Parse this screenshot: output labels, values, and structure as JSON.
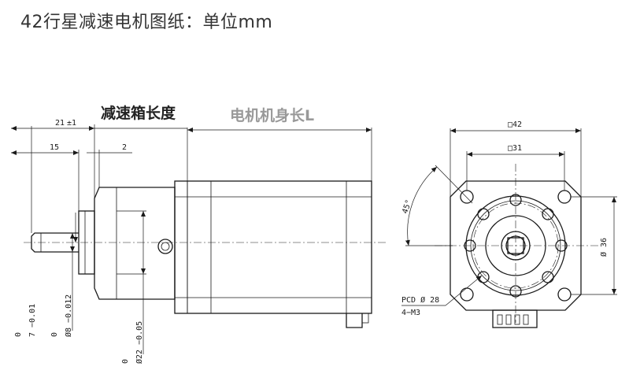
{
  "title": "42行星减速电机图纸：单位mm",
  "labels": {
    "gearbox_length": "减速箱长度",
    "motor_length": "电机机身长L"
  },
  "dims": {
    "overall_21": "21",
    "tol_pm1": "±1",
    "shaft_15": "15",
    "flange_2": "2",
    "tol_zero_a": "0",
    "shaft_7": "7 −0.01",
    "tol_zero_b": "0",
    "shaft_dia_8": "Ø8 −0.012",
    "tol_zero_c": "0",
    "boss_dia_22": "Ø22 −0.05",
    "square_42": "□42",
    "square_31": "□31",
    "angle_45": "45°",
    "dia_36": "Ø 36",
    "pcd_28": "PCD Ø 28",
    "holes_m3": "4−M3"
  },
  "colors": {
    "line": "#1a1a1a",
    "title": "#333333",
    "gearbox_label": "#222222",
    "motor_label": "#999999"
  }
}
